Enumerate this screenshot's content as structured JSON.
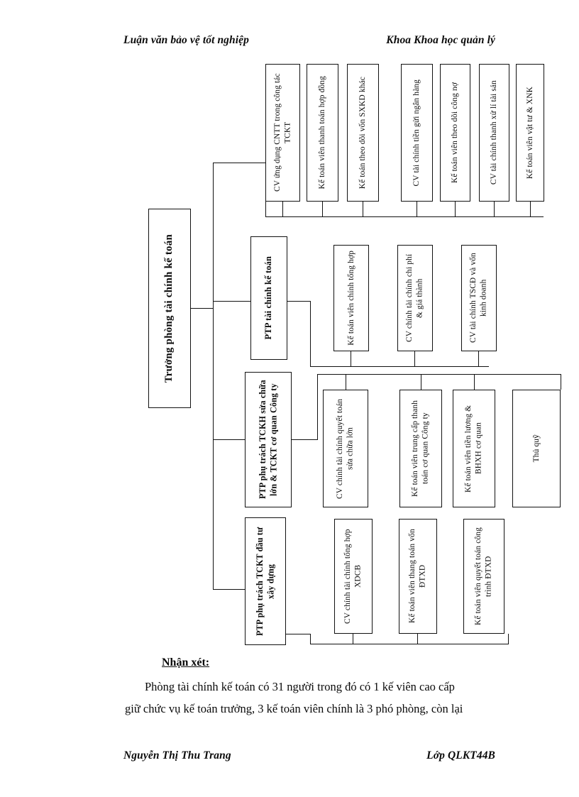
{
  "header": {
    "left": "Luận văn bảo vệ tốt nghiệp",
    "right": "Khoa Khoa học quản lý"
  },
  "footer": {
    "left": "Nguyễn Thị Thu Trang",
    "right": "Lớp QLKT44B"
  },
  "chart_data": {
    "type": "diagram",
    "title": "",
    "root": "Trưởng phòng tài chính kế toán",
    "branches": [
      {
        "label": "",
        "children": [
          "CV ứng dụng CNTT trong công tác TCKT",
          "Kế toán viên thanh toán hợp đồng",
          "Kế toán theo dõi vốn SXKD khác",
          "CV tài chính tiền gửi ngân hàng",
          "Kế toán viên theo dõi công nợ",
          "CV tài chính thanh xử lí tài sản",
          "Kế toán viên vật tư & XNK"
        ]
      },
      {
        "label": "PTP tài chính kế toán",
        "children": [
          "Kế toán viên chính tổng hợp",
          "CV chính tài chính chi phí & giá thành",
          "CV tài chính TSCĐ và vốn kinh doanh"
        ]
      },
      {
        "label": "PTP phụ trách TCKH sửa chữa lớn & TCKT cơ quan Công ty",
        "children": [
          "CV chính tài chính quyết toán sửa chữa lớn",
          "Kế toán viên trung cấp thanh toán cơ quan Công ty",
          "Kế toán viên tiền lương & BHXH cơ quan",
          "Thủ quỹ"
        ]
      },
      {
        "label": "PTP phụ trách TCKT đầu tư xây dựng",
        "children": [
          "CV chính tài chính tổng hợp XDCB",
          "Kế toán viên thang toán vốn ĐTXD",
          "Kế toán viên quyết toán công trình ĐTXD"
        ]
      }
    ]
  },
  "note": {
    "title": "Nhận xét:",
    "line1": "Phòng tài chính kế toán có 31 người trong đó có 1 kế viên cao cấp",
    "line2": "giữ chức vụ kế toán trưởng, 3 kế toán viên chính là 3 phó phòng, còn lại"
  }
}
